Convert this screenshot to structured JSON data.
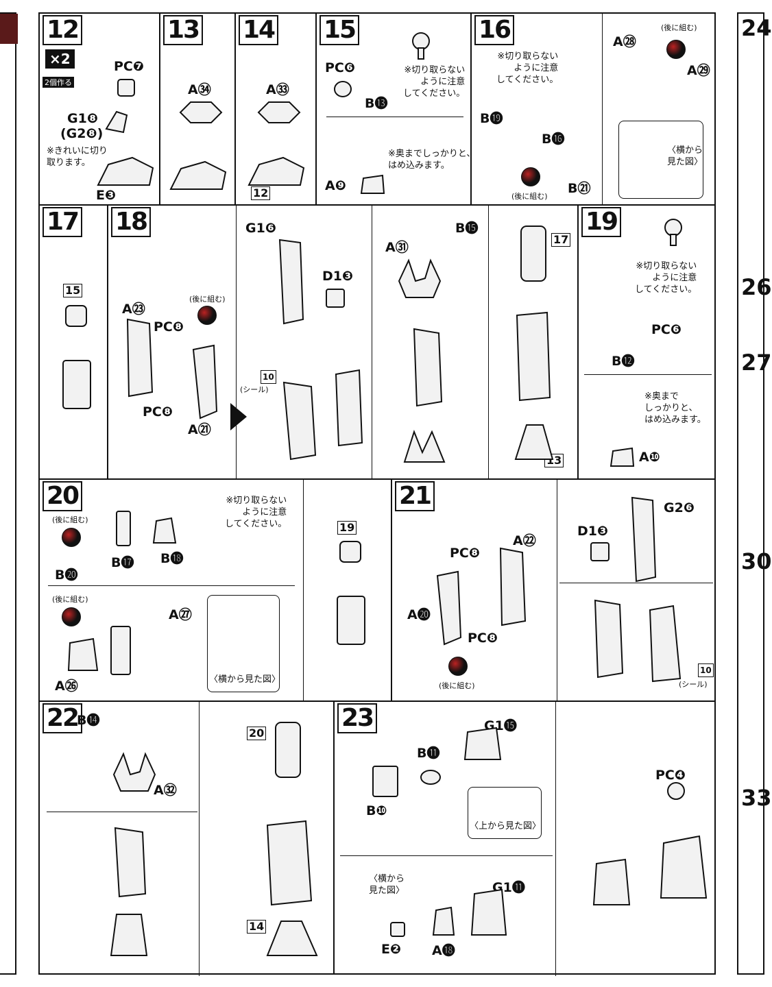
{
  "steps": {
    "s12": {
      "num": "12",
      "badge": "×2",
      "badge_note": "2個作る",
      "pc": "PC❼",
      "g": "G1❽",
      "g_alt": "(G2❽)",
      "note": "※きれいに切り\n取ります。",
      "e": "E❸"
    },
    "s13": {
      "num": "13",
      "a": "A㉞"
    },
    "s14": {
      "num": "14",
      "a": "A㉝",
      "ref": "12"
    },
    "s15": {
      "num": "15",
      "pc": "PC❻",
      "b": "B⓭",
      "note1": "※切り取らない\nように注意\nしてください。",
      "note2": "※奥までしっかりと、\nはめ込みます。",
      "a": "A❾"
    },
    "s16": {
      "num": "16",
      "note": "※切り取らない\nように注意\nしてください。",
      "b19": "B⓳",
      "b16": "B⓰",
      "b21": "B㉑",
      "back": "(後に組む)",
      "a28": "A㉘",
      "a29": "A㉙",
      "back2": "(後に組む)",
      "side": "〈横から\n見た図〉"
    },
    "s17": {
      "num": "17",
      "ref": "15"
    },
    "s18": {
      "num": "18",
      "a23": "A㉓",
      "back": "(後に組む)",
      "pc1": "PC❽",
      "pc2": "PC❽",
      "a21": "A㉑",
      "g16": "G1❻",
      "d13": "D1❸",
      "seal": "10",
      "seal_note": "(シール)",
      "a31": "A㉛",
      "b15": "B⓯",
      "ref17": "17",
      "ref13": "13"
    },
    "s19": {
      "num": "19",
      "note1": "※切り取らない\nように注意\nしてください。",
      "pc": "PC❻",
      "b12": "B⓬",
      "note2": "※奥まで\nしっかりと、\nはめ込みます。",
      "a10": "A❿"
    },
    "s20": {
      "num": "20",
      "back1": "(後に組む)",
      "note": "※切り取らない\nように注意\nしてください。",
      "b20": "B⓴",
      "b17": "B⓱",
      "b18": "B⓲",
      "back2": "(後に組む)",
      "a27": "A㉗",
      "a26": "A㉖",
      "side": "〈横から見た図〉",
      "ref19": "19"
    },
    "s21": {
      "num": "21",
      "pc1": "PC❽",
      "a22": "A㉒",
      "a20": "A⓴",
      "pc2": "PC❽",
      "back": "(後に組む)",
      "d13": "D1❸",
      "g26": "G2❻",
      "seal": "10",
      "seal_note": "(シール)"
    },
    "s22": {
      "num": "22",
      "b14": "B⓮",
      "a32": "A㉜",
      "ref20": "20",
      "ref14": "14"
    },
    "s23": {
      "num": "23",
      "g15": "G1⓯",
      "b11": "B⓫",
      "b10": "B❿",
      "top": "〈上から見た図〉",
      "side": "〈横から\n見た図〉",
      "g11": "G1⓫",
      "e2": "E❷",
      "a18": "A⓲",
      "pc4": "PC❹"
    }
  },
  "side_right": {
    "n1": "24",
    "n2": "26",
    "n3": "27",
    "n4": "30",
    "n5": "33"
  }
}
